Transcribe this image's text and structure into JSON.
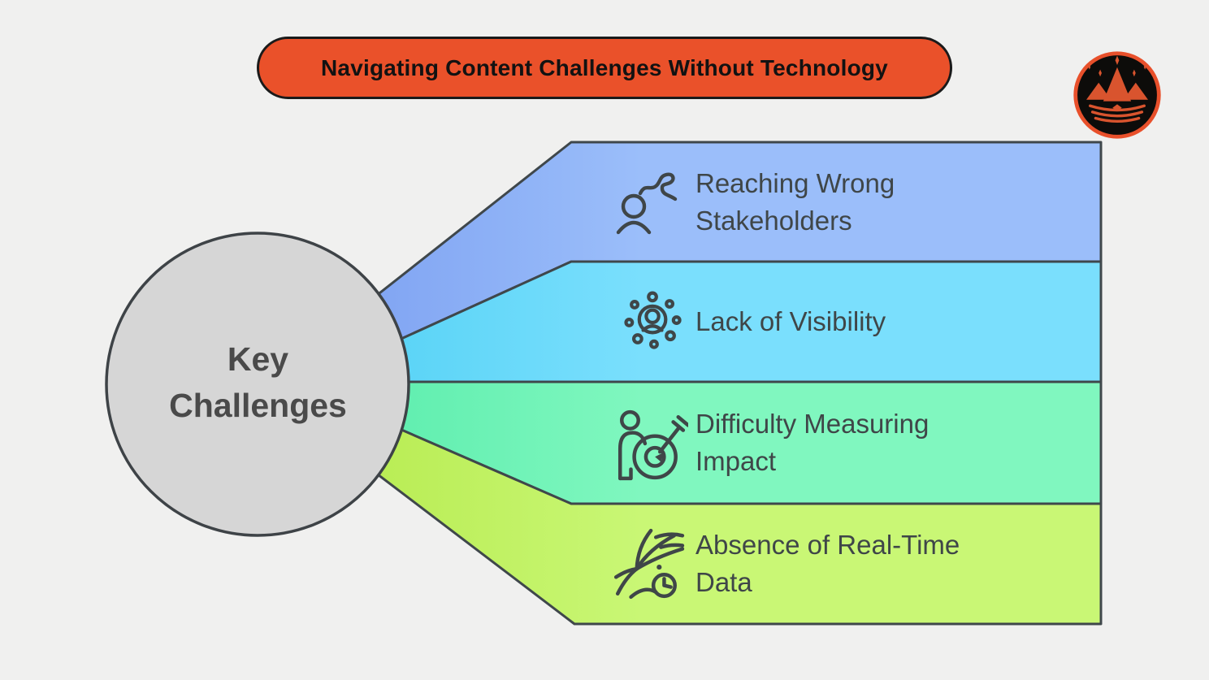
{
  "theme": {
    "background": "#f0f0ef",
    "ink": "#3f4648",
    "shape_stroke": "#3f474b",
    "banner_bg": "#ea512a",
    "banner_border": "#1a1a1a",
    "banner_text": "#121212",
    "circle_fill": "#d6d6d6",
    "circle_border": "#3e4347",
    "circle_text": "#4a4a4a",
    "logo_bg": "#0d0c0a",
    "logo_ring": "#e8502b",
    "logo_art": "#d9542e"
  },
  "banner": {
    "label": "Navigating Content Challenges Without Technology"
  },
  "center": {
    "line1": "Key",
    "line2": "Challenges"
  },
  "items": [
    {
      "label_line1": "Reaching Wrong",
      "label_line2": "Stakeholders",
      "icon": "wrong-path-person-icon",
      "color": "#9bbefa",
      "color_dark": "#7fa3f2"
    },
    {
      "label_line1": "Lack of Visibility",
      "label_line2": "",
      "icon": "person-visibility-dots-icon",
      "color": "#7adffd",
      "color_dark": "#55d2f5"
    },
    {
      "label_line1": "Difficulty Measuring",
      "label_line2": "Impact",
      "icon": "target-impact-icon",
      "color": "#80f7bf",
      "color_dark": "#5bedad"
    },
    {
      "label_line1": "Absence of Real-Time",
      "label_line2": "Data",
      "icon": "realtime-flow-clock-icon",
      "color": "#c9f775",
      "color_dark": "#b8ec52"
    }
  ]
}
